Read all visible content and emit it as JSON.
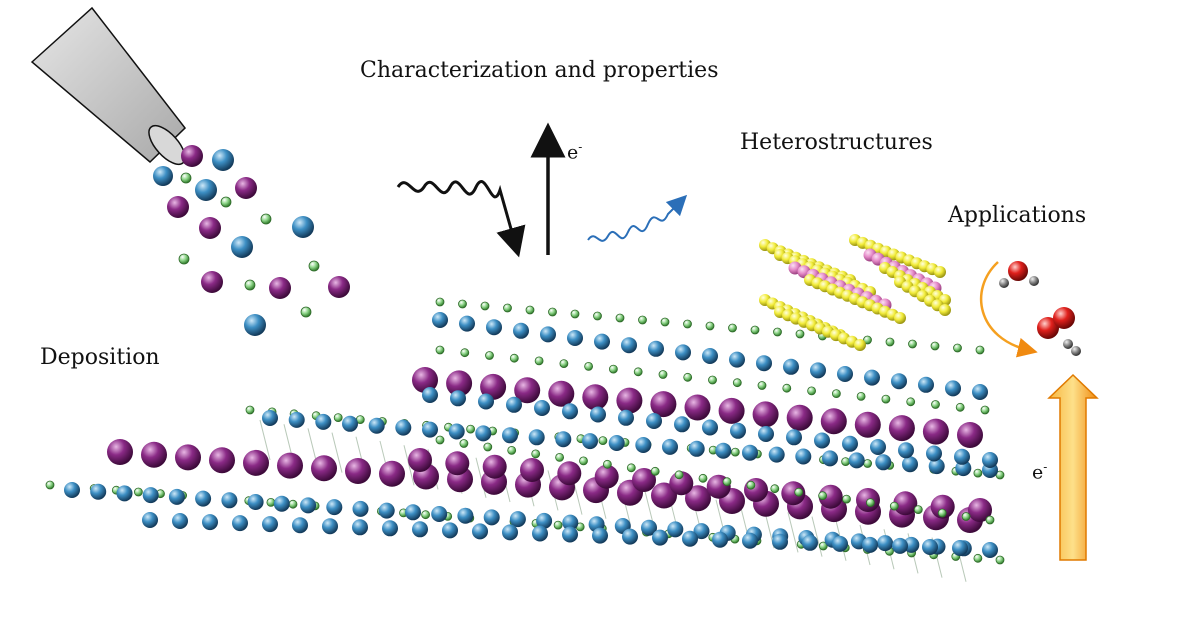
{
  "labels": {
    "characterization": "Characterization and properties",
    "heterostructures": "Heterostructures",
    "applications": "Applications",
    "deposition": "Deposition",
    "electron_base": "e",
    "electron_sup": "-"
  },
  "colors": {
    "purple_atom": "#8a2a86",
    "blue_atom": "#3d8fc4",
    "green_atom": "#8fd68a",
    "yellow_atom": "#f2ec3a",
    "pink_atom": "#e58ac8",
    "red_atom": "#e0201c",
    "gray_atom": "#8a8a8a",
    "orange_arrow": "#f59a1a",
    "wave_blue": "#2b6fb8",
    "nozzle_gray": "#c8c8c8"
  }
}
